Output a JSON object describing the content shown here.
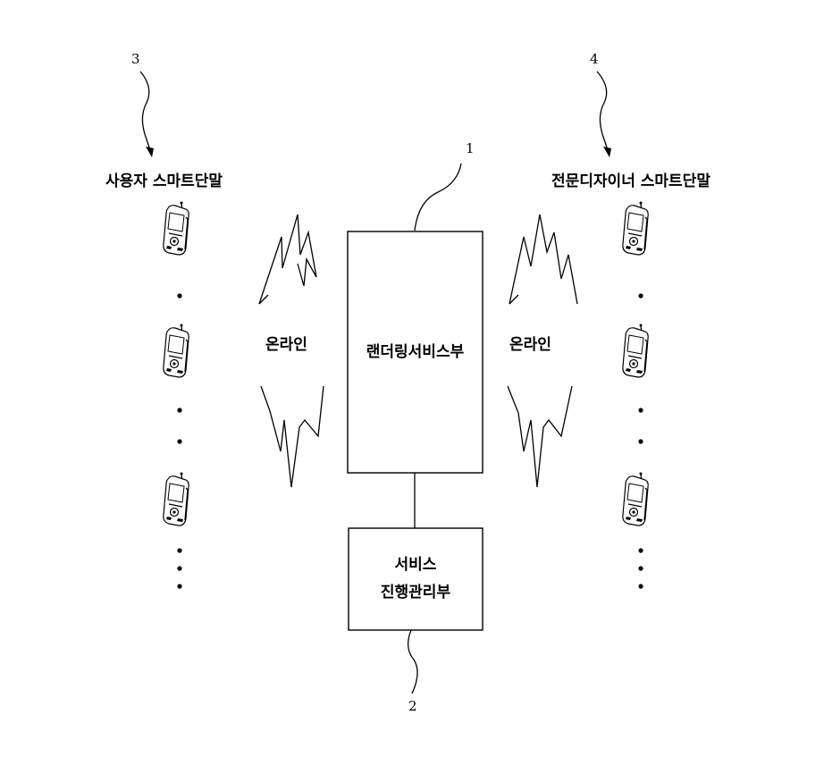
{
  "labels": {
    "ref_user": "3",
    "ref_designer": "4",
    "ref_rendering": "1",
    "ref_management": "2",
    "user_terminal": "사용자 스마트단말",
    "designer_terminal": "전문디자이너 스마트단말",
    "online_left": "온라인",
    "online_right": "온라인",
    "rendering_service": "랜더링서비스부",
    "management_line1": "서비스",
    "management_line2": "진행관리부"
  },
  "icons": {
    "phone": "mobile-phone-icon",
    "signal": "lightning-signal-icon"
  },
  "colors": {
    "ink": "#000000",
    "background": "#ffffff"
  }
}
